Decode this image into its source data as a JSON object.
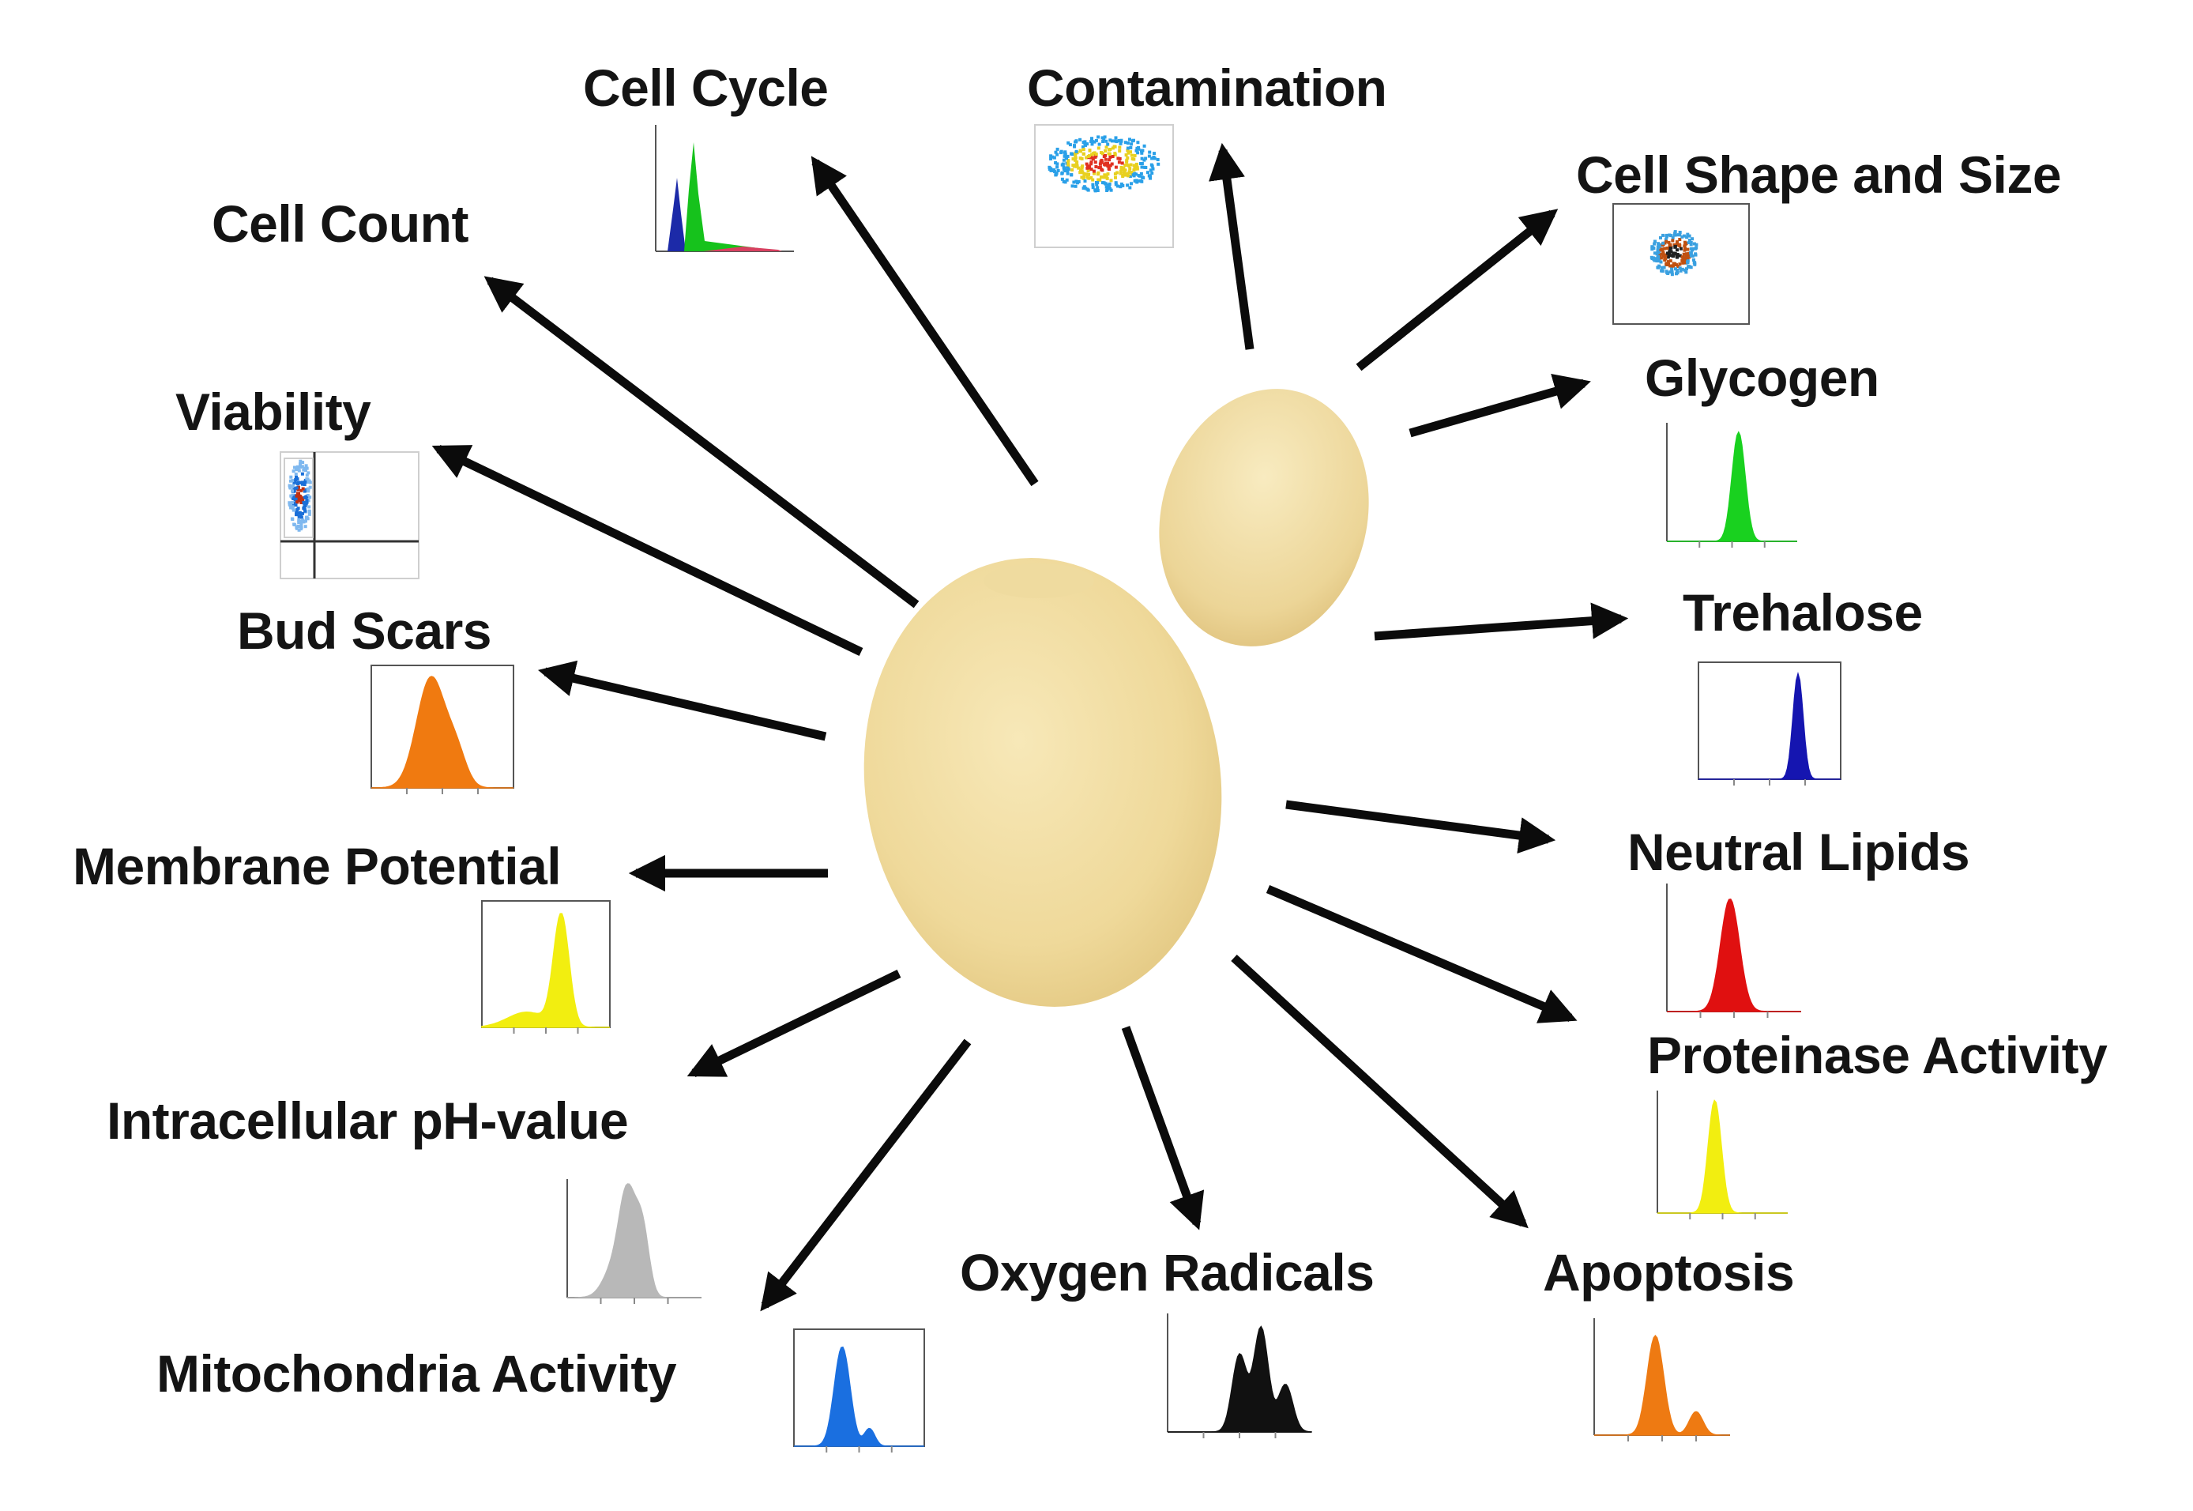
{
  "labels": [
    {
      "id": "cell-cycle",
      "text": "Cell Cycle"
    },
    {
      "id": "contamination",
      "text": "Contamination"
    },
    {
      "id": "cell-shape",
      "text": "Cell Shape and Size"
    },
    {
      "id": "cell-count",
      "text": "Cell Count"
    },
    {
      "id": "glycogen",
      "text": "Glycogen"
    },
    {
      "id": "viability",
      "text": "Viability"
    },
    {
      "id": "trehalose",
      "text": "Trehalose"
    },
    {
      "id": "bud-scars",
      "text": "Bud Scars"
    },
    {
      "id": "neutral-lipids",
      "text": "Neutral Lipids"
    },
    {
      "id": "membrane-potential",
      "text": "Membrane Potential"
    },
    {
      "id": "proteinase-activity",
      "text": "Proteinase Activity"
    },
    {
      "id": "intracellular-ph",
      "text": "Intracellular pH-value"
    },
    {
      "id": "oxygen-radicals",
      "text": "Oxygen Radicals"
    },
    {
      "id": "apoptosis",
      "text": "Apoptosis"
    },
    {
      "id": "mitochondria-activity",
      "text": "Mitochondria Activity"
    }
  ],
  "histogram_colors": {
    "cell-cycle": "#16c21c",
    "glycogen": "#19d11f",
    "trehalose": "#1515b0",
    "bud-scars": "#f07a10",
    "neutral-lipids": "#e01010",
    "membrane-potential": "#f2ee10",
    "proteinase-activity": "#f2ee10",
    "intracellular-ph": "#b8b8b8",
    "oxygen-radicals": "#111111",
    "apoptosis": "#ee7a12",
    "mitochondria-activity": "#1a6fe0"
  },
  "cell_color": "#f2dfa4",
  "arrow_color": "#0b0b0b"
}
